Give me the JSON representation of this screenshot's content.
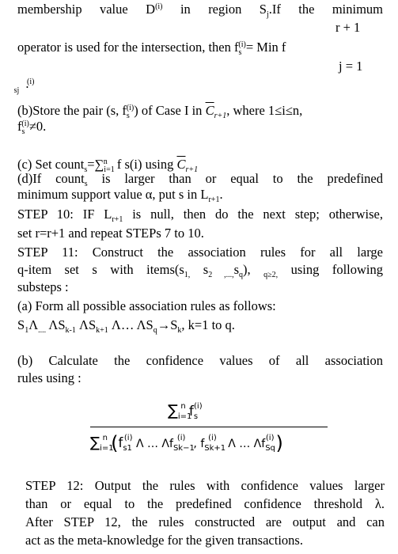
{
  "lines": {
    "l1a": "membership value D",
    "l1sup": "(i)",
    "l1b": "in region S",
    "l1sub": "j",
    "l1c": ".If the minimum",
    "l2": "r + 1",
    "l3a": "operator is used for the intersection, then f",
    "l3sub": "s",
    "l3sup": "(i)",
    "l3b": "= Min f",
    "l4": "j = 1",
    "l5sup": "(i)",
    "l5sub": "sj",
    "l5dot": ".",
    "l6a": "(b)Store the pair (s, f",
    "l6sub": "s",
    "l6sup": "(i)",
    "l6b": ") of Case I in",
    "l6c": "C",
    "l6csub": "r+1",
    "l6d": ", where 1≤i≤n,",
    "l7a": "f",
    "l7sub": "s",
    "l7sup": "(i)",
    "l7b": "≠0.",
    "l8a": "(c)  Set count",
    "l8sub": "s",
    "l8b": "=∑",
    "l8bsub": "i=1",
    "l8bsup": "n",
    "l8c": "f s(i)  using",
    "l8d": "C",
    "l8dsub": "r+1",
    "l9": "(d)If count",
    "l9sub": "s",
    "l9b": "is larger than or equal to the predefined",
    "l10a": "minimum support value α, put s in L",
    "l10sub": "r+1",
    "l10b": ".",
    "l11a": "STEP 10: IF L",
    "l11sub": "r+1",
    "l11b": "is null, then do the next step; otherwise,",
    "l12": "set r=r+1 and   repeat STEPs 7 to 10.",
    "l13": "STEP 11: Construct the association rules for all large",
    "l14a": "q-item set   s with  items(s",
    "l14s1": "1,",
    "l14b": " s",
    "l14s2": "2 ,...,",
    "l14c": "s",
    "l14s3": "q",
    "l14d": "), ",
    "l14s4": "q≥2,",
    "l14e": " using following",
    "l15": "substeps :",
    "l16": "(a) Form all possible association rules as follows:",
    "l17a": "S",
    "l17s1": "1",
    "l17b": "Λ",
    "l17s2": "....",
    "l17c": " ΛS",
    "l17s3": "k-1",
    "l17d": " ΛS",
    "l17s4": "k+1",
    "l17e": " Λ… ΛS",
    "l17s5": "q",
    "l17f": "→S",
    "l17s6": "k",
    "l17g": ", k=1 to q.",
    "l18": "(b) Calculate the confidence values of all association",
    "l19": "rules using :",
    "num_a": "∑",
    "num_sub": "i=1",
    "num_sup": "n",
    "num_f": "f",
    "num_fsub": "s",
    "num_fsup": "(i)",
    "den_a": "∑",
    "den_sub": "i=1",
    "den_sup": "n",
    "den_b": "(",
    "den_f1": "f",
    "den_f1sub": "s1",
    "den_f1sup": "(i)",
    "den_c": " Λ … Λf",
    "den_f2sub": "Sk−1",
    "den_f2sup": "(i)",
    "den_d": ", f",
    "den_f3sub": "Sk+1",
    "den_f3sup": "(i)",
    "den_e": " Λ … Λf",
    "den_f4sub": "Sq",
    "den_f4sup": "(i)",
    "den_close": ")",
    "l20": "STEP 12: Output the rules with confidence values larger",
    "l21": "than or equal to the predefined confidence threshold λ.",
    "l22": "After STEP 12, the rules constructed are output and can",
    "l23": "act as the meta-knowledge for the given transactions."
  }
}
